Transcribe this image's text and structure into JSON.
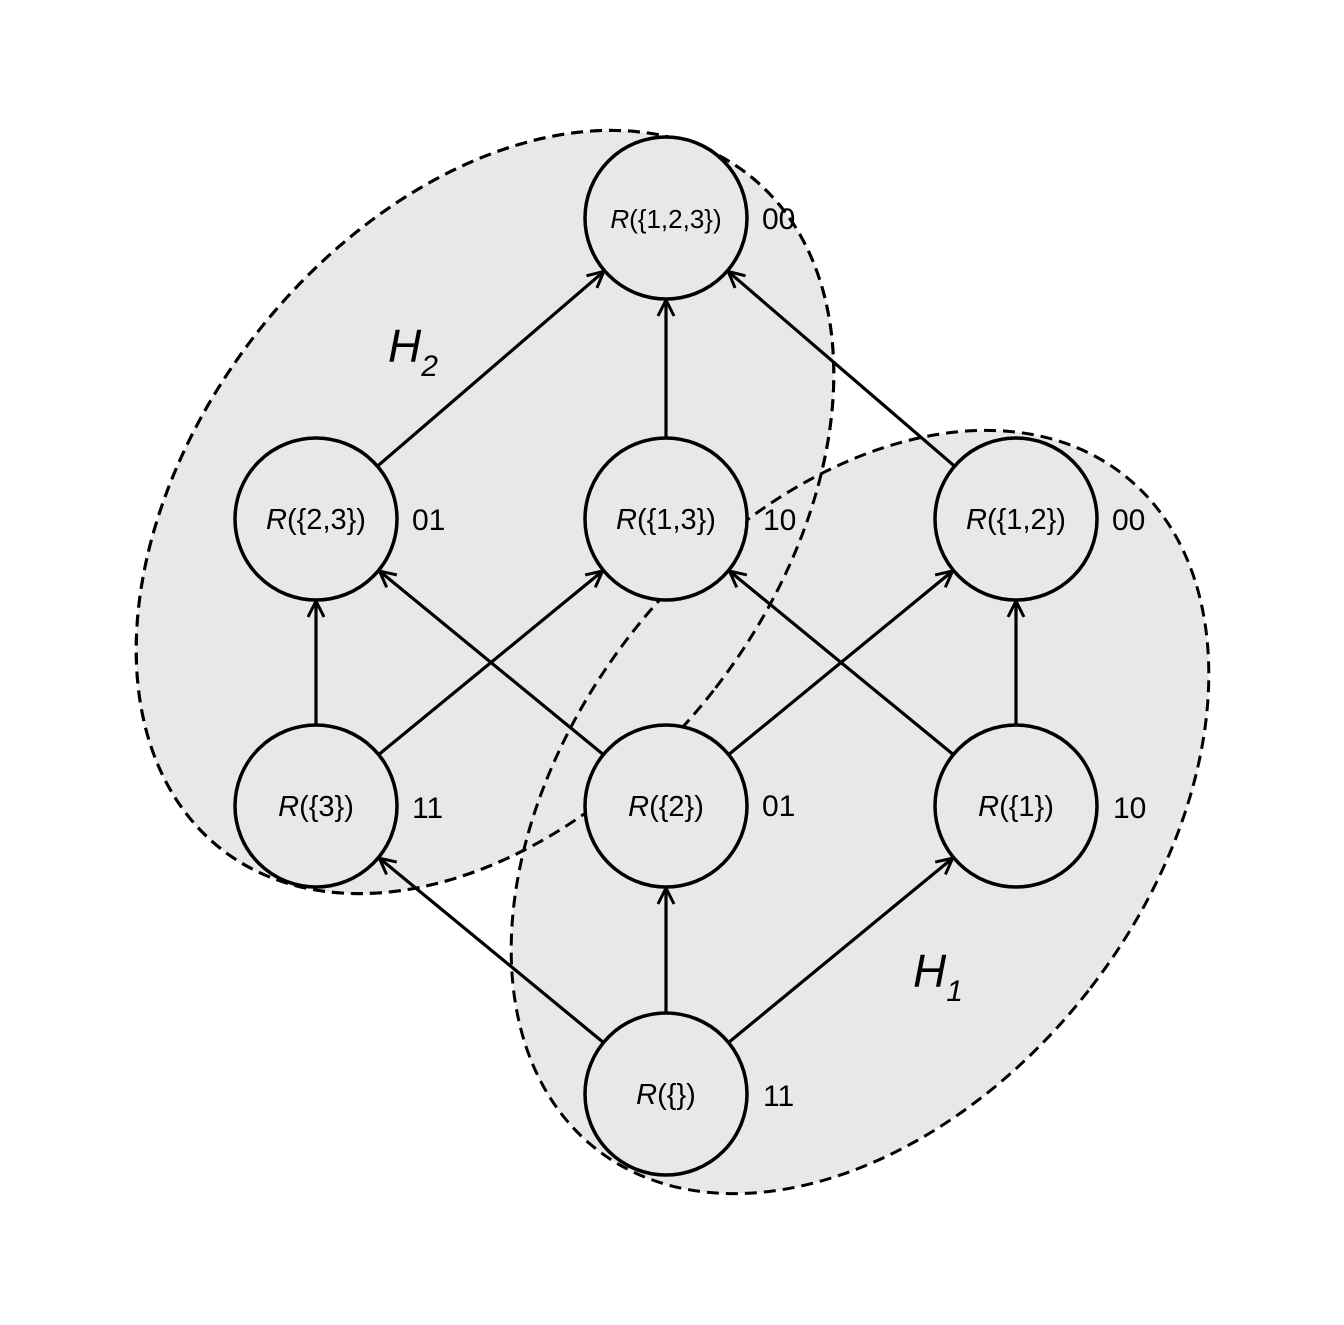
{
  "regions": [
    {
      "id": "h2",
      "name": "H",
      "subscript": "2"
    },
    {
      "id": "h1",
      "name": "H",
      "subscript": "1"
    }
  ],
  "nodes": [
    {
      "id": "n123",
      "prefix": "R",
      "set": "({1,2,3})",
      "code": "00"
    },
    {
      "id": "n23",
      "prefix": "R",
      "set": "({2,3})",
      "code": "01"
    },
    {
      "id": "n13",
      "prefix": "R",
      "set": "({1,3})",
      "code": "10"
    },
    {
      "id": "n12",
      "prefix": "R",
      "set": "({1,2})",
      "code": "00"
    },
    {
      "id": "n3",
      "prefix": "R",
      "set": "({3})",
      "code": "11"
    },
    {
      "id": "n2",
      "prefix": "R",
      "set": "({2})",
      "code": "01"
    },
    {
      "id": "n1",
      "prefix": "R",
      "set": "({1})",
      "code": "10"
    },
    {
      "id": "n0",
      "prefix": "R",
      "set": "({})",
      "code": "11"
    }
  ],
  "edges": [
    {
      "from": "n23",
      "to": "n123"
    },
    {
      "from": "n13",
      "to": "n123"
    },
    {
      "from": "n12",
      "to": "n123"
    },
    {
      "from": "n3",
      "to": "n23"
    },
    {
      "from": "n3",
      "to": "n13"
    },
    {
      "from": "n2",
      "to": "n23"
    },
    {
      "from": "n2",
      "to": "n12"
    },
    {
      "from": "n1",
      "to": "n13"
    },
    {
      "from": "n1",
      "to": "n12"
    },
    {
      "from": "n0",
      "to": "n3"
    },
    {
      "from": "n0",
      "to": "n2"
    },
    {
      "from": "n0",
      "to": "n1"
    }
  ]
}
